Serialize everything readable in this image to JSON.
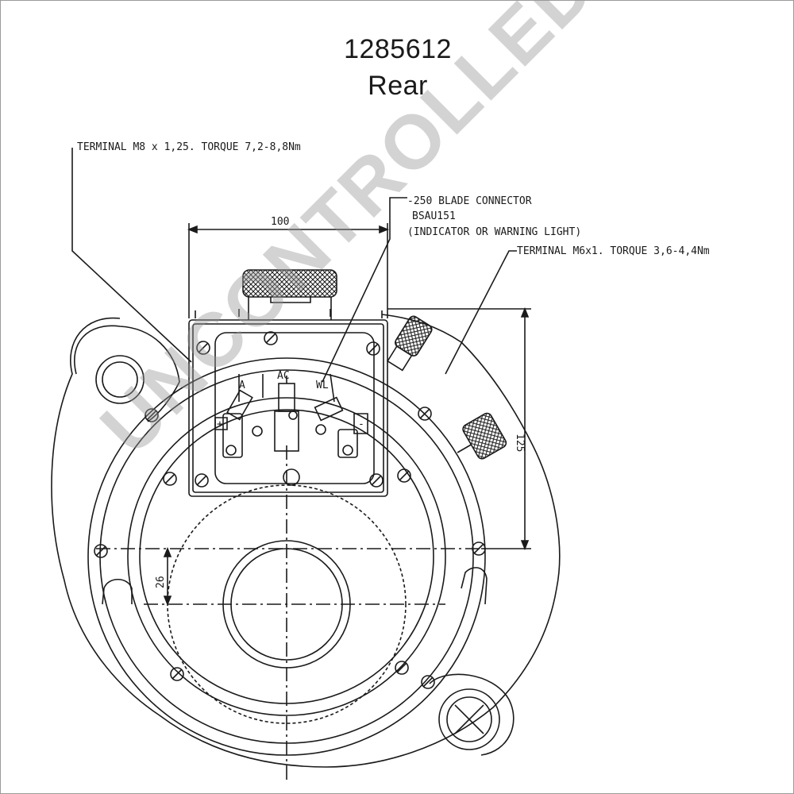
{
  "header": {
    "part_number": "1285612",
    "view": "Rear"
  },
  "annotations": {
    "terminal_main": "TERMINAL   M8 x 1,25. TORQUE 7,2-8,8Nm",
    "blade_line1": "-250 BLADE CONNECTOR",
    "blade_line2": "BSAU151",
    "blade_line3": "(INDICATOR OR WARNING LIGHT)",
    "terminal_m6": "TERMINAL  M6x1. TORQUE 3,6-4,4Nm"
  },
  "dimensions": {
    "width": "100",
    "height": "125",
    "offset": "26"
  },
  "terminals": {
    "a": "A",
    "ac": "AC",
    "wl": "WL",
    "plus": "+",
    "minus": "-"
  },
  "watermark": "UNCONTROLLED COPY",
  "colors": {
    "ink": "#1a1a1a",
    "watermark": "#969696"
  }
}
